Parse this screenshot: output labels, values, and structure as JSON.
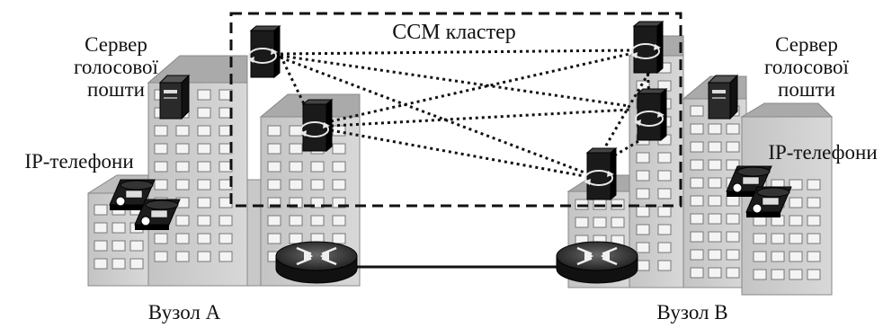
{
  "cluster_label": "CCM кластер",
  "site_a": {
    "name": "Вузол A",
    "voicemail_server": [
      "Сервер",
      "голосової",
      "пошти"
    ],
    "ip_phones": "IP-телефони"
  },
  "site_b": {
    "name": "Вузол B",
    "voicemail_server": [
      "Сервер",
      "голосової",
      "пошти"
    ],
    "ip_phones": "IP-телефони"
  },
  "colors": {
    "building_fill": "#cfcfcf",
    "building_shade": "#b5b5b5",
    "window_fill": "#f4f4f4",
    "device_fill": "#1a1a1a",
    "line": "#111111"
  }
}
